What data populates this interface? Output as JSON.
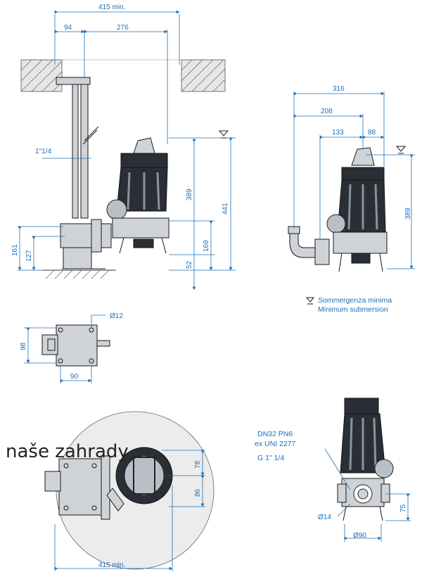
{
  "watermark": "naše zahrady",
  "side_view": {
    "dims": {
      "overall_min": "415 min.",
      "offset_94": "94",
      "offset_276": "276",
      "pipe": "1\"1/4",
      "h389": "389",
      "h441": "441",
      "h169": "169",
      "h52": "52",
      "h161": "161",
      "h127": "127"
    }
  },
  "front_view": {
    "dims": {
      "w316": "316",
      "w208": "208",
      "w133": "133",
      "w88": "88",
      "h389": "389"
    }
  },
  "legend": {
    "it": "Sommergenza minima",
    "en": "Minimum submersion"
  },
  "base_plan": {
    "dims": {
      "hole": "Ø12",
      "h98": "98",
      "w90": "90"
    }
  },
  "top_view": {
    "dims": {
      "overall_min": "415 min.",
      "d78": "78",
      "d86": "86"
    }
  },
  "outlet_view": {
    "labels": {
      "dn": "DN32 PN6",
      "uni": "ex UNI 2277",
      "thread": "G 1\" 1/4"
    },
    "dims": {
      "d14": "Ø14",
      "d90": "Ø90",
      "h75": "75"
    }
  },
  "colors": {
    "dimension": "#1d6fb8",
    "pump_body": "#2a2f36"
  }
}
